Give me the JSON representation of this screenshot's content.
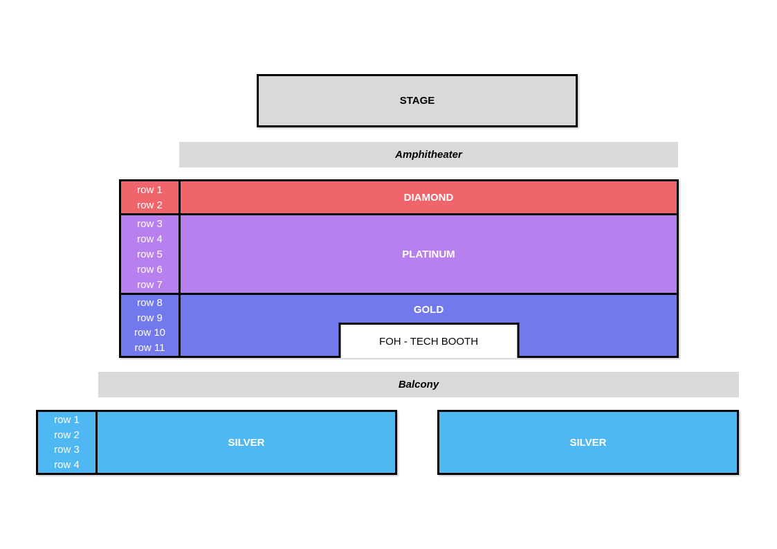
{
  "colors": {
    "gray": "#D9D9D9",
    "diamond": "#F0656B",
    "platinum": "#B87FEE",
    "gold": "#7179EC",
    "silver": "#4FB7F2",
    "border": "#000000"
  },
  "stage": {
    "label": "STAGE"
  },
  "amphitheater": {
    "label": "Amphitheater"
  },
  "balcony": {
    "label": "Balcony"
  },
  "sections": [
    {
      "id": "diamond",
      "label": "DIAMOND",
      "rows": [
        "row 1",
        "row 2"
      ]
    },
    {
      "id": "platinum",
      "label": "PLATINUM",
      "rows": [
        "row 3",
        "row 4",
        "row 5",
        "row 6",
        "row 7"
      ]
    },
    {
      "id": "gold",
      "label": "GOLD",
      "rows": [
        "row 8",
        "row 9",
        "row 10",
        "row 11"
      ]
    }
  ],
  "foh": {
    "label": "FOH - TECH BOOTH"
  },
  "silver_left": {
    "label": "SILVER",
    "rows": [
      "row 1",
      "row 2",
      "row 3",
      "row 4"
    ]
  },
  "silver_right": {
    "label": "SILVER"
  }
}
